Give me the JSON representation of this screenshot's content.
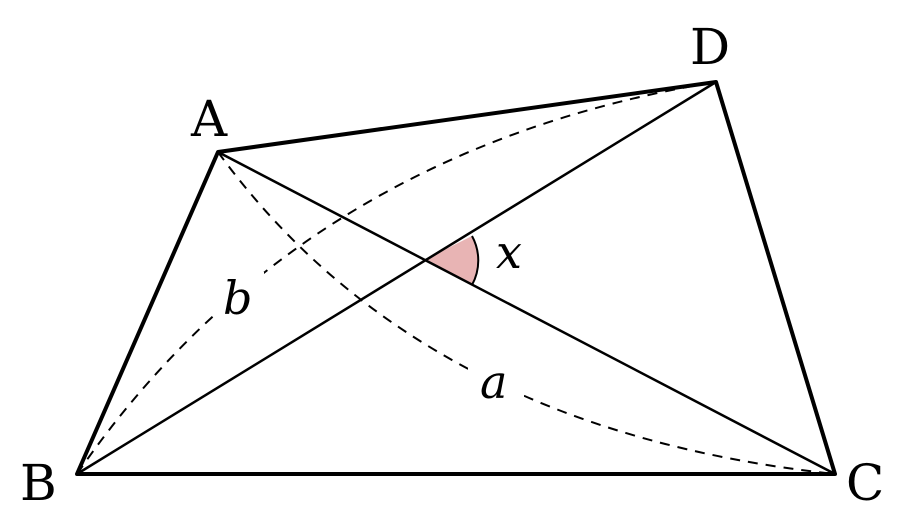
{
  "figure": {
    "vertices": [
      {
        "id": "A",
        "label": "A"
      },
      {
        "id": "B",
        "label": "B"
      },
      {
        "id": "C",
        "label": "C"
      },
      {
        "id": "D",
        "label": "D"
      }
    ],
    "arc_labels": {
      "a": "a",
      "b": "b"
    },
    "angle_label": "x",
    "colors": {
      "stroke": "#000000",
      "angle_fill": "#e8b4b4",
      "background": "#ffffff"
    }
  }
}
